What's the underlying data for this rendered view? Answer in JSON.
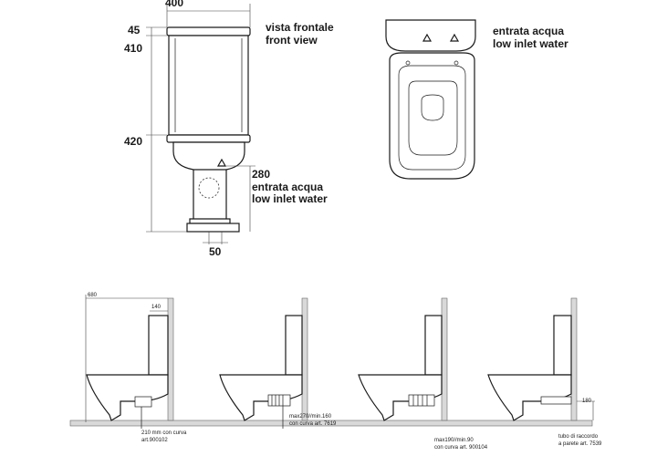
{
  "top_dims": {
    "width": "400",
    "h1": "45",
    "h2": "410",
    "h3": "420",
    "drain": "280",
    "offset": "50"
  },
  "front_view": {
    "label_it": "vista frontale",
    "label_en": "front view",
    "inlet_it": "entrata acqua",
    "inlet_en": "low inlet water"
  },
  "top_view": {
    "inlet_it": "entrata acqua",
    "inlet_en": "low inlet water"
  },
  "side_views": [
    {
      "dim_height": "680",
      "dim_depth": "140",
      "caption": [
        "210 mm con curva",
        "art.900102"
      ]
    },
    {
      "caption": [
        "max270//min.160",
        "con curva art. 7619"
      ]
    },
    {
      "caption": [
        "max190//min.90",
        "con curva art. 900104"
      ]
    },
    {
      "dim_right": "180",
      "caption": [
        "tubo di raccordo",
        "a parete art. 7539"
      ]
    }
  ]
}
